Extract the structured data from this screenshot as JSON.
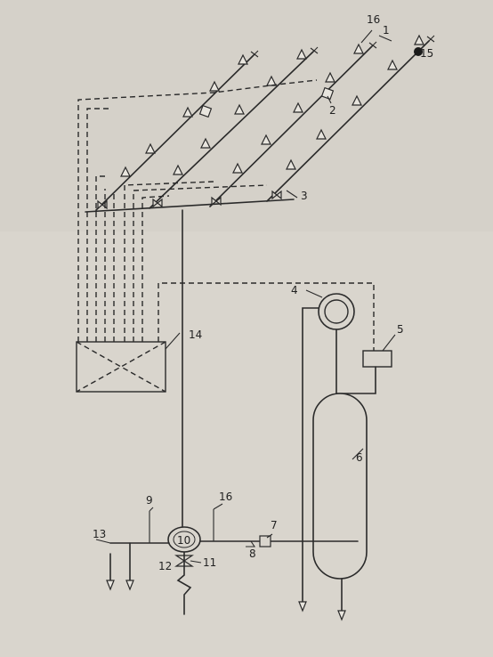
{
  "labels": {
    "n1": "1",
    "n2": "2",
    "n3": "3",
    "n4": "4",
    "n5": "5",
    "n6": "6",
    "n7": "7",
    "n8": "8",
    "n9": "9",
    "n10": "10",
    "n11": "11",
    "n12": "12",
    "n13": "13",
    "n14": "14",
    "n15": "15",
    "n16a": "16",
    "n16b": "16"
  }
}
